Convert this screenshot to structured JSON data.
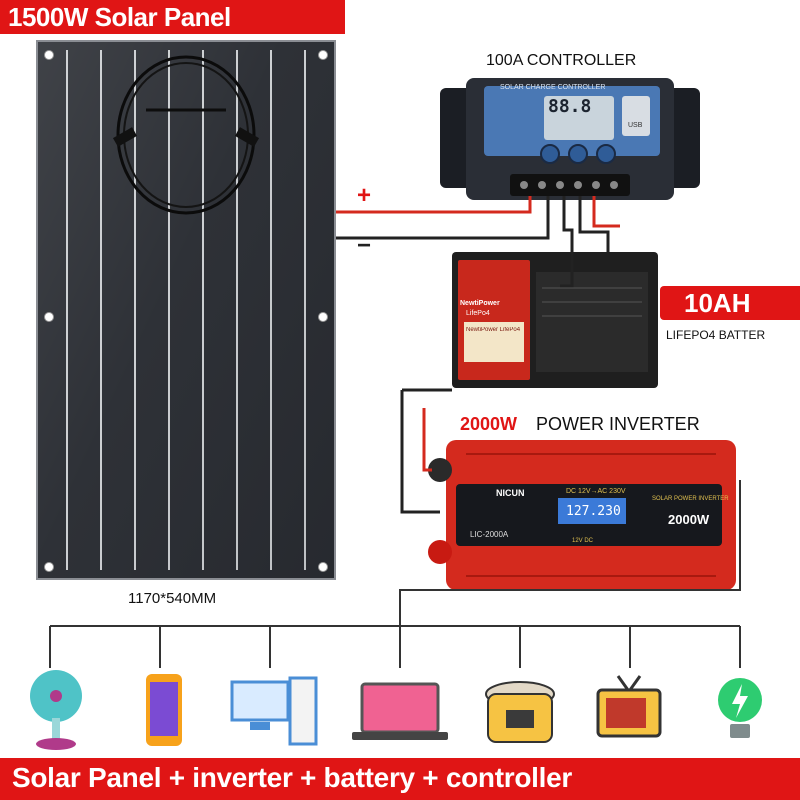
{
  "header": {
    "title": "1500W Solar Panel"
  },
  "panel": {
    "dimensions": "1170*540MM"
  },
  "controller": {
    "title": "100A CONTROLLER",
    "faceplate_text": "SOLAR CHARGE CONTROLLER",
    "display_digits": "88.8",
    "usb_label": "USB"
  },
  "polarity": {
    "positive": "+",
    "negative": "−"
  },
  "battery": {
    "capacity": "10AH",
    "type": "LIFEPO4 BATTER",
    "brand": "NewtiPower",
    "subbrand": "LifePo4",
    "label_text": "NewtiPower LifePo4"
  },
  "inverter": {
    "power": "2000W",
    "title": "POWER INVERTER",
    "brand": "NICUN",
    "voltage_spec": "DC 12V→AC 230V",
    "model": "LIC-2000A",
    "display_reading": "127.230",
    "face_title": "SOLAR POWER INVERTER",
    "face_rating": "2000W",
    "bottom_spec": "12V DC"
  },
  "appliances": [
    "fan-icon",
    "phone-icon",
    "computer-icon",
    "laptop-icon",
    "rice-cooker-icon",
    "tv-icon",
    "bulb-icon"
  ],
  "footer": {
    "tagline": "Solar Panel + inverter + battery + controller"
  },
  "colors": {
    "accent": "#e01515",
    "panel": "#2a2d33",
    "inverter": "#d42a1e"
  }
}
